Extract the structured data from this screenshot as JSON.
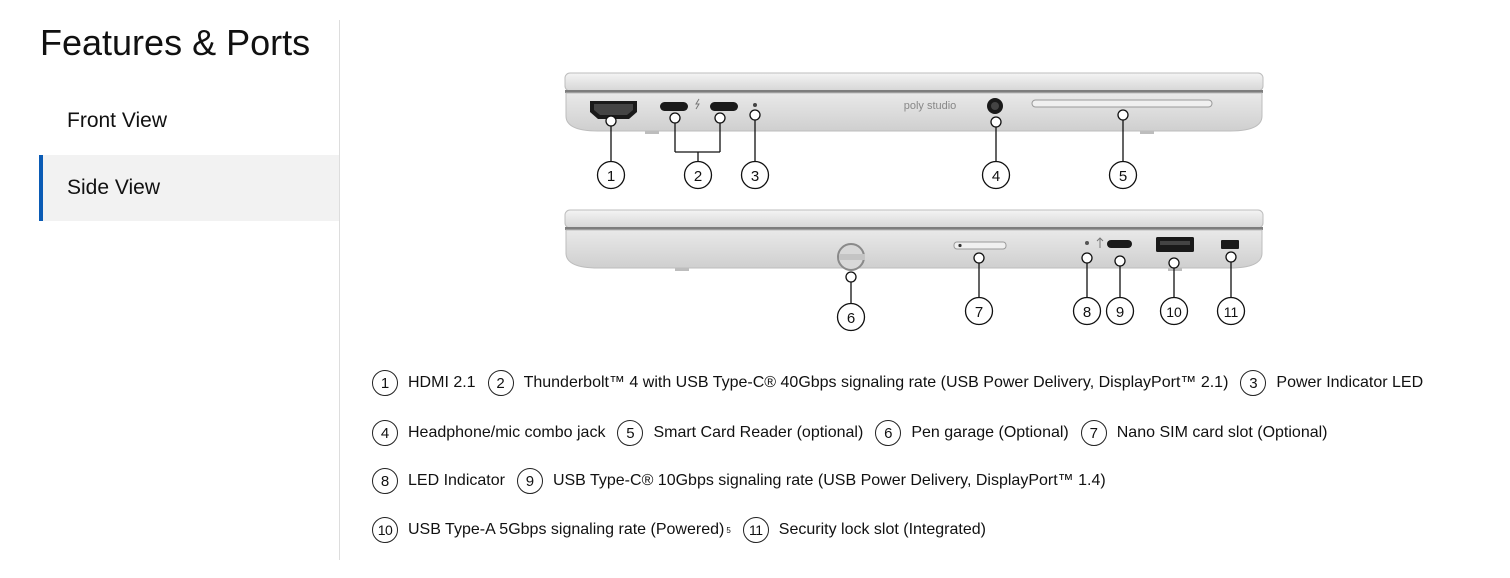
{
  "page_title": "Features & Ports",
  "nav": {
    "front_view": "Front View",
    "side_view": "Side View"
  },
  "diagram": {
    "brand_text": "poly studio",
    "callouts": [
      "1",
      "2",
      "3",
      "4",
      "5",
      "6",
      "7",
      "8",
      "9",
      "10",
      "11"
    ]
  },
  "legend": [
    {
      "num": "1",
      "label": "HDMI 2.1"
    },
    {
      "num": "2",
      "label": "Thunderbolt™ 4 with USB Type-C® 40Gbps signaling rate (USB Power Delivery, DisplayPort™ 2.1)"
    },
    {
      "num": "3",
      "label": "Power Indicator LED"
    },
    {
      "num": "4",
      "label": "Headphone/mic combo jack"
    },
    {
      "num": "5",
      "label": "Smart Card Reader (optional)"
    },
    {
      "num": "6",
      "label": "Pen garage (Optional)"
    },
    {
      "num": "7",
      "label": "Nano SIM card slot (Optional)"
    },
    {
      "num": "8",
      "label": "LED Indicator"
    },
    {
      "num": "9",
      "label": "USB Type-C® 10Gbps signaling rate (USB Power Delivery, DisplayPort™ 1.4)"
    },
    {
      "num": "10",
      "label": "USB Type-A 5Gbps signaling rate (Powered)",
      "sup": "5"
    },
    {
      "num": "11",
      "label": "Security lock slot (Integrated)"
    }
  ],
  "colors": {
    "accent": "#0a5bb5",
    "active_nav_bg": "#f2f2f2",
    "laptop_body": "#e3e3e3"
  }
}
